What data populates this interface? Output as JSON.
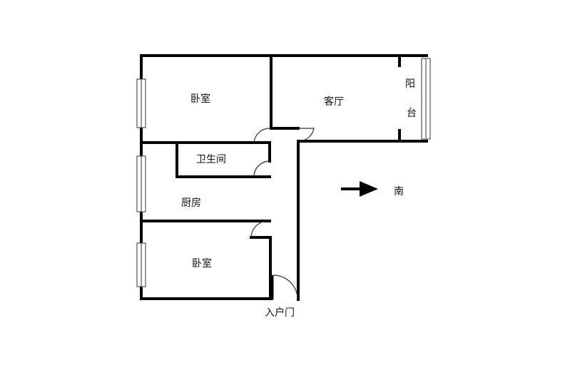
{
  "rooms": {
    "bedroom_top": "卧室",
    "living_room": "客厅",
    "balcony_1": "阳",
    "balcony_2": "台",
    "bathroom": "卫生间",
    "kitchen": "厨房",
    "bedroom_bottom": "卧室"
  },
  "entrance": "入户门",
  "compass": {
    "direction": "南",
    "icon": "arrow-right-icon"
  },
  "colors": {
    "wall": "#000000",
    "window": "#555555",
    "background": "#ffffff"
  }
}
